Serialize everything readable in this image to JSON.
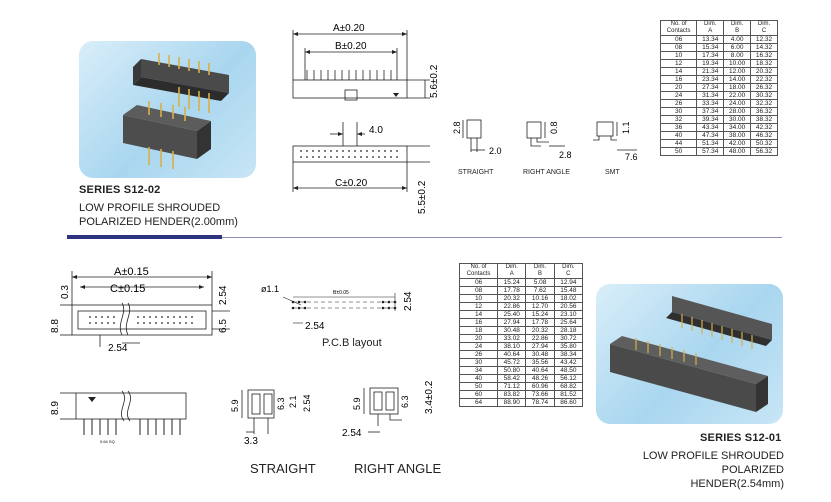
{
  "top_block": {
    "series": "SERIES  S12-02",
    "desc_line1": "LOW PROFILE SHROUDED",
    "desc_line2": "POLARIZED HENDER(2.00mm)",
    "dims": {
      "a": "A±0.20",
      "b": "B±0.20",
      "c": "C±0.20",
      "h56": "5.6±0.2",
      "h55": "5.5±0.2",
      "w40": "4.0",
      "straight_h": "2.8",
      "straight_w": "2.0",
      "ra_h": "0.8",
      "ra_w": "2.8",
      "smt_h": "1.1",
      "smt_w": "7.6"
    },
    "labels": {
      "straight": "STRAIGHT",
      "right_angle": "RIGHT ANGLE",
      "smt": "SMT"
    },
    "table": {
      "headers": [
        [
          "No. of",
          "Contacts"
        ],
        [
          "Dim.",
          "A"
        ],
        [
          "Dim.",
          "B"
        ],
        [
          "Dim.",
          "C"
        ]
      ],
      "rows": [
        [
          "06",
          "13.34",
          "4.00",
          "12.32"
        ],
        [
          "08",
          "15.34",
          "6.00",
          "14.32"
        ],
        [
          "10",
          "17.34",
          "8.00",
          "16.32"
        ],
        [
          "12",
          "19.34",
          "10.00",
          "18.32"
        ],
        [
          "14",
          "21.34",
          "12.00",
          "20.32"
        ],
        [
          "16",
          "23.34",
          "14.00",
          "22.32"
        ],
        [
          "20",
          "27.34",
          "18.00",
          "26.32"
        ],
        [
          "24",
          "31.34",
          "22.00",
          "30.32"
        ],
        [
          "26",
          "33.34",
          "24.00",
          "32.32"
        ],
        [
          "30",
          "37.34",
          "28.00",
          "36.32"
        ],
        [
          "32",
          "39.34",
          "30.00",
          "38.32"
        ],
        [
          "36",
          "43.34",
          "34.00",
          "42.32"
        ],
        [
          "40",
          "47.34",
          "38.00",
          "46.32"
        ],
        [
          "44",
          "51.34",
          "42.00",
          "50.32"
        ],
        [
          "50",
          "57.34",
          "48.00",
          "56.32"
        ]
      ]
    }
  },
  "bottom_block": {
    "series": "SERIES  S12-01",
    "desc_line1": "LOW PROFILE SHROUDED",
    "desc_line2": "POLARIZED HENDER(2.54mm)",
    "pcb_label": "P.C.B layout",
    "straight_label": "STRAIGHT",
    "right_angle_label": "RIGHT ANGLE",
    "dims": {
      "a": "A±0.15",
      "c": "C±0.15",
      "d03": "0.3",
      "d254a": "2.54",
      "d88": "8.8",
      "d65": "6.5",
      "d254b": "2.54",
      "d89": "8.9",
      "pin_note": "0.64 SQ",
      "pcb_dia": "ø1.1",
      "pcb_b": "B±0.05",
      "pcb_254a": "2.54",
      "pcb_254b": "2.54",
      "st59": "5.9",
      "st63": "6.3",
      "st21": "2.1",
      "st254": "2.54",
      "st33": "3.3",
      "ra59": "5.9",
      "ra63": "6.3",
      "ra34": "3.4±0.2",
      "ra254": "2.54"
    },
    "table": {
      "headers": [
        [
          "No. of",
          "Contacts"
        ],
        [
          "Dim.",
          "A"
        ],
        [
          "Dim.",
          "B"
        ],
        [
          "Dim.",
          "C"
        ]
      ],
      "rows": [
        [
          "06",
          "15.24",
          "5.08",
          "12.94"
        ],
        [
          "08",
          "17.78",
          "7.62",
          "15.48"
        ],
        [
          "10",
          "20.32",
          "10.16",
          "18.02"
        ],
        [
          "12",
          "22.86",
          "12.70",
          "20.56"
        ],
        [
          "14",
          "25.40",
          "15.24",
          "23.10"
        ],
        [
          "16",
          "27.94",
          "17.78",
          "25.64"
        ],
        [
          "18",
          "30.48",
          "20.32",
          "28.18"
        ],
        [
          "20",
          "33.02",
          "22.86",
          "30.72"
        ],
        [
          "24",
          "38.10",
          "27.94",
          "35.80"
        ],
        [
          "26",
          "40.64",
          "30.48",
          "38.34"
        ],
        [
          "30",
          "45.72",
          "35.56",
          "43.42"
        ],
        [
          "34",
          "50.80",
          "40.64",
          "48.50"
        ],
        [
          "40",
          "58.42",
          "48.26",
          "56.12"
        ],
        [
          "50",
          "71.12",
          "60.96",
          "68.82"
        ],
        [
          "60",
          "83.82",
          "73.66",
          "81.52"
        ],
        [
          "64",
          "88.90",
          "78.74",
          "86.60"
        ]
      ]
    }
  }
}
